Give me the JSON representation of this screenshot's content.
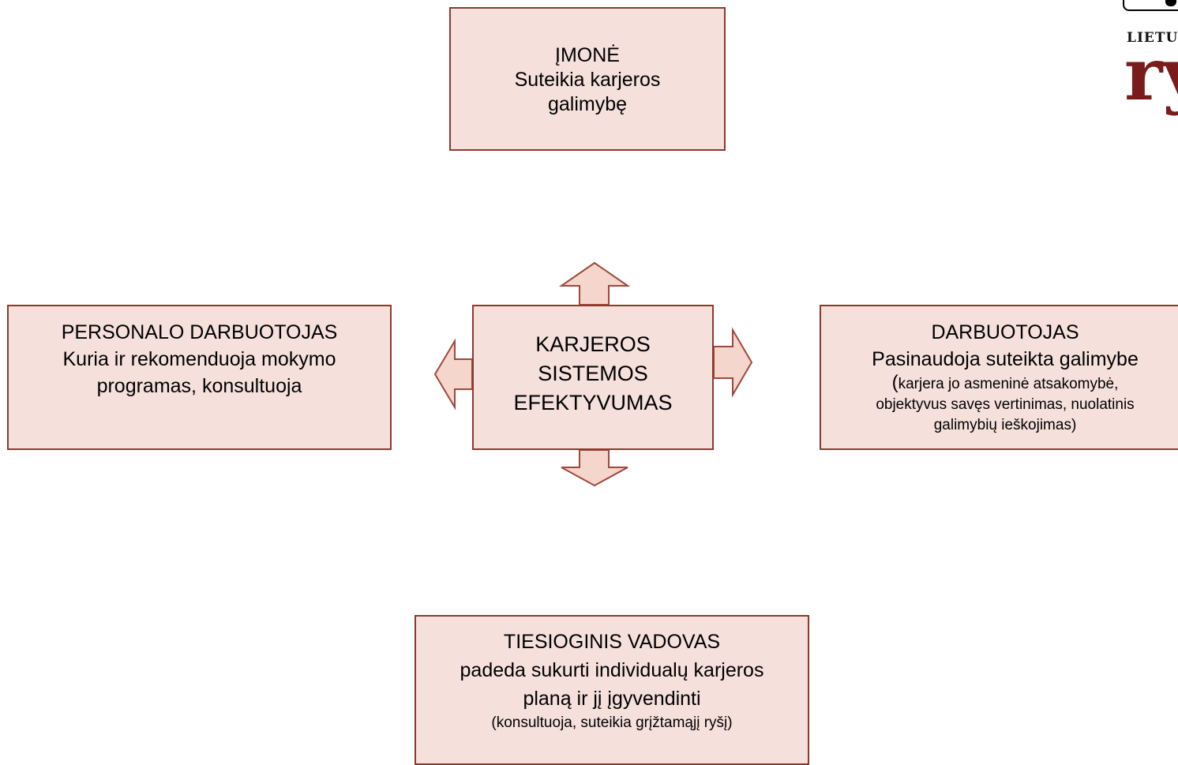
{
  "boxes": {
    "imone": {
      "title": "ĮMONĖ",
      "line1": "Suteikia karjeros",
      "line2": "galimybę"
    },
    "center": {
      "line1": "KARJEROS",
      "line2": "SISTEMOS",
      "line3": "EFEKTYVUMAS"
    },
    "personalo": {
      "title": "PERSONALO DARBUOTOJAS",
      "line1": "Kuria ir rekomenduoja mokymo",
      "line2": "programas, konsultuoja"
    },
    "darbuotojas": {
      "title": "DARBUOTOJAS",
      "line1": "Pasinaudoja suteikta galimybe",
      "paren_open": "(",
      "note1": "karjera jo asmeninė atsakomybė,",
      "note2": "objektyvus savęs vertinimas, nuolatinis",
      "note3": "galimybių ieškojimas)"
    },
    "tiesioginis": {
      "title": "TIESIOGINIS VADOVAS",
      "line1": "padeda sukurti individualų karjeros",
      "line2": "planą ir jį įgyvendinti",
      "note": "(konsultuoja, suteikia grįžtamąjį ryšį)"
    }
  },
  "logo": {
    "wordmark": "LIETU",
    "letters": "ry"
  },
  "colors": {
    "box_fill": "#f5e0dc",
    "box_border": "#8b3a2e",
    "arrow_fill": "#f5d6cc",
    "arrow_stroke": "#a0473a"
  }
}
